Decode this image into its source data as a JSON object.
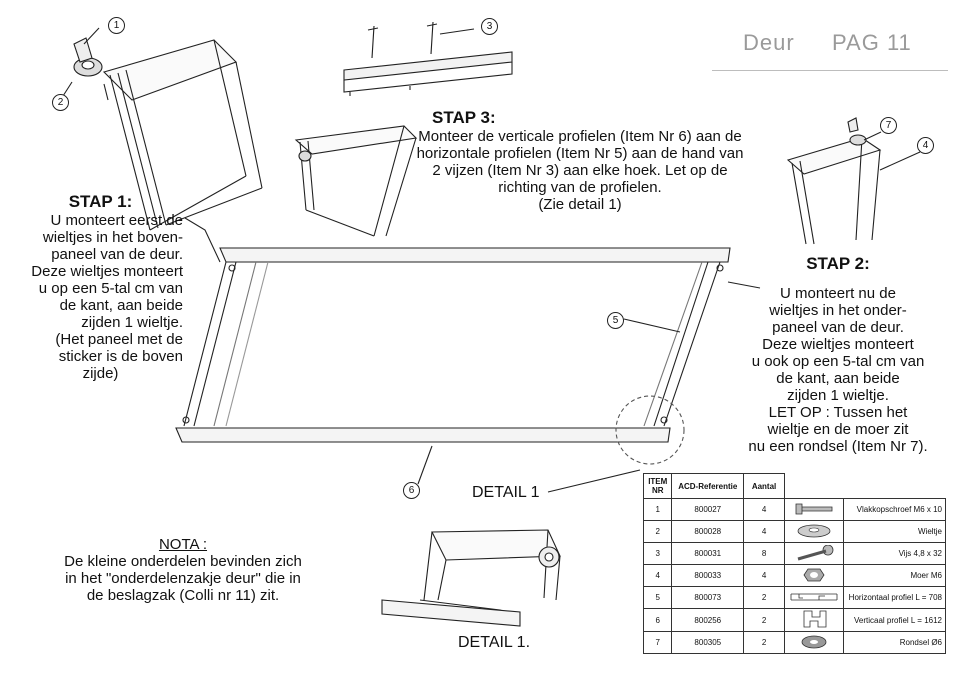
{
  "header": {
    "title": "Deur",
    "page": "PAG 11"
  },
  "step1": {
    "title": "STAP 1:",
    "lines": [
      "U monteert eerst de",
      "wieltjes in het boven-",
      "paneel van de deur.",
      "Deze wieltjes monteert",
      "u op een 5-tal cm van",
      "de kant, aan beide",
      "zijden 1 wieltje.",
      "(Het paneel met de",
      "sticker is de boven",
      "zijde)"
    ]
  },
  "step3": {
    "title": "STAP 3:",
    "lines": [
      "Monteer de verticale profielen (Item Nr 6) aan de",
      "horizontale profielen (Item Nr 5) aan de hand van",
      "2 vijzen (Item Nr 3) aan elke hoek. Let op de",
      "richting van de profielen.",
      "(Zie detail 1)"
    ]
  },
  "step2": {
    "title": "STAP 2:",
    "lines": [
      "U monteert nu de",
      "wieltjes in het onder-",
      "paneel van de deur.",
      "Deze wieltjes monteert",
      "u ook op een 5-tal cm van",
      "de kant, aan beide",
      "zijden 1 wieltje.",
      "LET OP : Tussen het",
      "wieltje en de moer zit",
      "nu een rondsel (Item Nr 7)."
    ]
  },
  "nota": {
    "title": "NOTA :",
    "lines": [
      "De kleine onderdelen bevinden zich",
      "in het \"onderdelenzakje deur\" die in",
      "de beslagzak (Colli nr 11) zit."
    ]
  },
  "detail_label_top": "DETAIL 1",
  "detail_label_bottom": "DETAIL 1.",
  "callouts": {
    "c1": "1",
    "c2": "2",
    "c3": "3",
    "c4": "4",
    "c5": "5",
    "c6": "6",
    "c7": "7"
  },
  "parts_table": {
    "headers": [
      "ITEM NR",
      "ACD-Referentie",
      "Aantal"
    ],
    "rows": [
      {
        "item": "1",
        "ref": "800027",
        "qty": "4",
        "desc": "Vlakkopschroef M6 x 10",
        "icon": "flat-head-screw-icon"
      },
      {
        "item": "2",
        "ref": "800028",
        "qty": "4",
        "desc": "Wieltje",
        "icon": "wheel-icon"
      },
      {
        "item": "3",
        "ref": "800031",
        "qty": "8",
        "desc": "Vijs 4,8 x 32",
        "icon": "screw-icon"
      },
      {
        "item": "4",
        "ref": "800033",
        "qty": "4",
        "desc": "Moer M6",
        "icon": "nut-icon"
      },
      {
        "item": "5",
        "ref": "800073",
        "qty": "2",
        "desc": "Horizontaal profiel L = 708",
        "icon": "horizontal-profile-icon"
      },
      {
        "item": "6",
        "ref": "800256",
        "qty": "2",
        "desc": "Verticaal profiel L = 1612",
        "icon": "vertical-profile-icon"
      },
      {
        "item": "7",
        "ref": "800305",
        "qty": "2",
        "desc": "Rondsel Ø6",
        "icon": "washer-icon"
      }
    ]
  }
}
